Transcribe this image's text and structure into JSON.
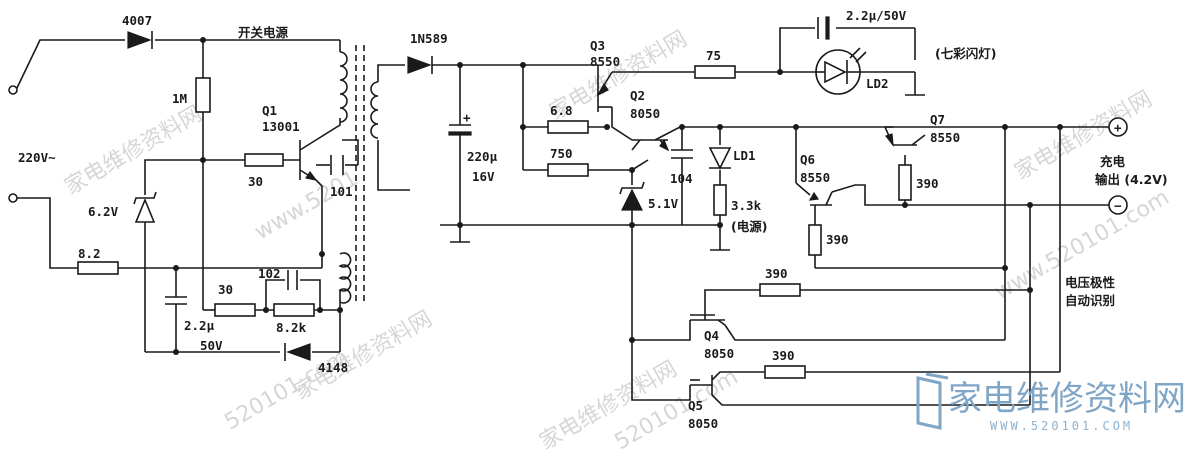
{
  "labels": {
    "d4007": "4007",
    "smps": "开关电源",
    "r1m": "1M",
    "q1": "Q1",
    "q1_type": "13001",
    "ac_in": "220V~",
    "r30a": "30",
    "c101": "101",
    "z62": "6.2V",
    "r82": "8.2",
    "r30b": "30",
    "c102": "102",
    "r82k": "8.2k",
    "c22": "2.2μ",
    "c22v": "50V",
    "d4148": "4148",
    "d1n589": "1N589",
    "c220": "220μ",
    "c220v": "16V",
    "q3": "Q3",
    "q3_type": "8550",
    "q2": "Q2",
    "q2_type": "8050",
    "r68": "6.8",
    "r750": "750",
    "r75": "75",
    "c22led": "2.2μ/50V",
    "ld2": "LD2",
    "flash": "(七彩闪灯)",
    "c104": "104",
    "ld1": "LD1",
    "z51": "5.1V",
    "r33k": "3.3k",
    "power": "(电源)",
    "q6": "Q6",
    "q6_type": "8550",
    "r390a": "390",
    "q7": "Q7",
    "q7_type": "8550",
    "r390b": "390",
    "out_title": "充电",
    "out_sub": "输出 (4.2V)",
    "r390c": "390",
    "q4": "Q4",
    "q4_type": "8050",
    "r390d": "390",
    "q5": "Q5",
    "q5_type": "8050",
    "auto1": "电压极性",
    "auto2": "自动识别",
    "plus": "+",
    "minus": "−",
    "cap_plus": "+"
  },
  "watermark": {
    "wm1": "家电维修资料网",
    "wm2": "520101.com",
    "wm3": "家电维修资料网",
    "wm4": "520101.com",
    "wm5": "家电维修资料网",
    "wm6": "www.5201",
    "wm7": "www.520101.com",
    "wm8": "家电维修资料网",
    "wm9": "家电维修资料网"
  },
  "logo": {
    "text": "家电维修资料网",
    "url": "WWW.520101.COM",
    "color": "#7fa6c6"
  }
}
